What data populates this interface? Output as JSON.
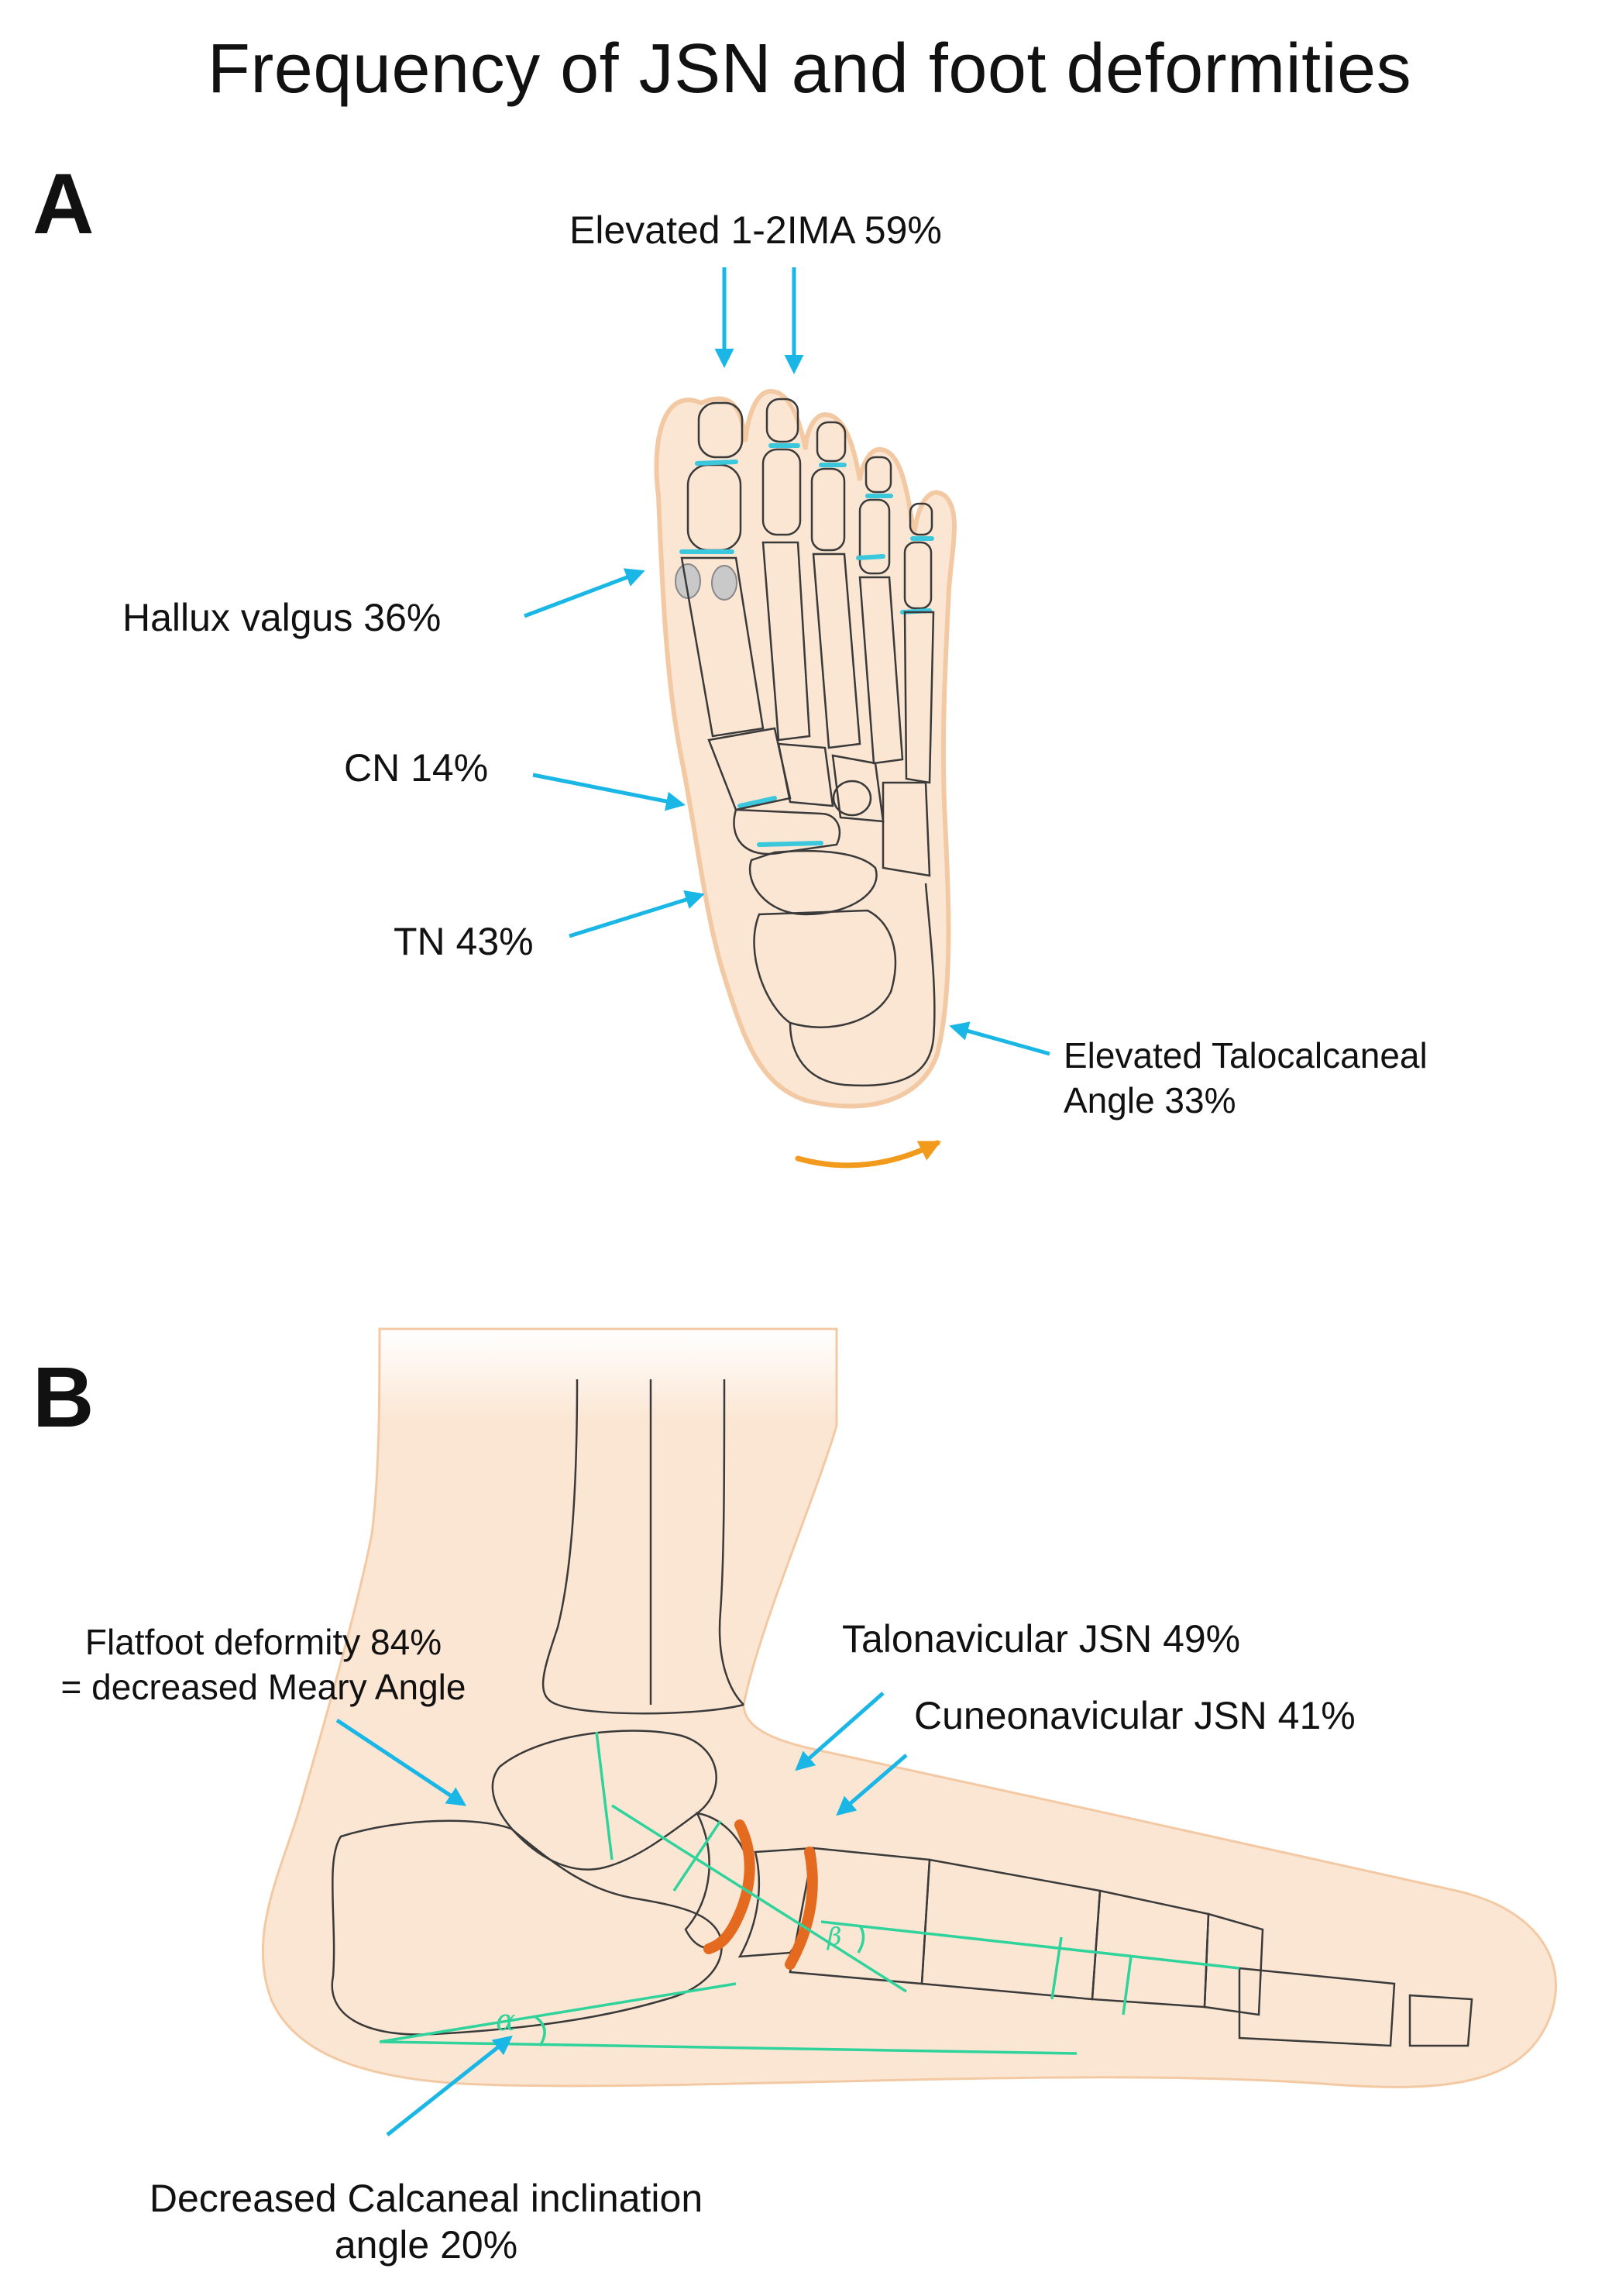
{
  "title": "Frequency of JSN and foot deformities",
  "panels": {
    "a": {
      "letter": "A",
      "labels": {
        "ima": "Elevated 1-2IMA 59%",
        "hallux": "Hallux valgus 36%",
        "cn": "CN 14%",
        "tn": "TN 43%",
        "talocalcaneal_line1": "Elevated Talocalcaneal",
        "talocalcaneal_line2": "Angle 33%"
      }
    },
    "b": {
      "letter": "B",
      "labels": {
        "flatfoot_line1": "Flatfoot deformity 84%",
        "flatfoot_line2": "= decreased Meary Angle",
        "talonavicular": "Talonavicular JSN 49%",
        "cuneonavicular": "Cuneonavicular JSN 41%",
        "calcaneal_line1": "Decreased Calcaneal inclination",
        "calcaneal_line2": "angle 20%"
      },
      "angle_symbols": {
        "alpha": "α",
        "beta": "β"
      }
    }
  },
  "colors": {
    "arrow": "#1ab7e6",
    "skin": "#fbe6d3",
    "skin_edge": "#f3c9a4",
    "bone_line": "#3a3a3a",
    "joint_highlight": "#3cc8dc",
    "jsn_highlight": "#e46a1f",
    "angle_line": "#2fd39b",
    "rotation_arrow": "#f29a1c"
  }
}
